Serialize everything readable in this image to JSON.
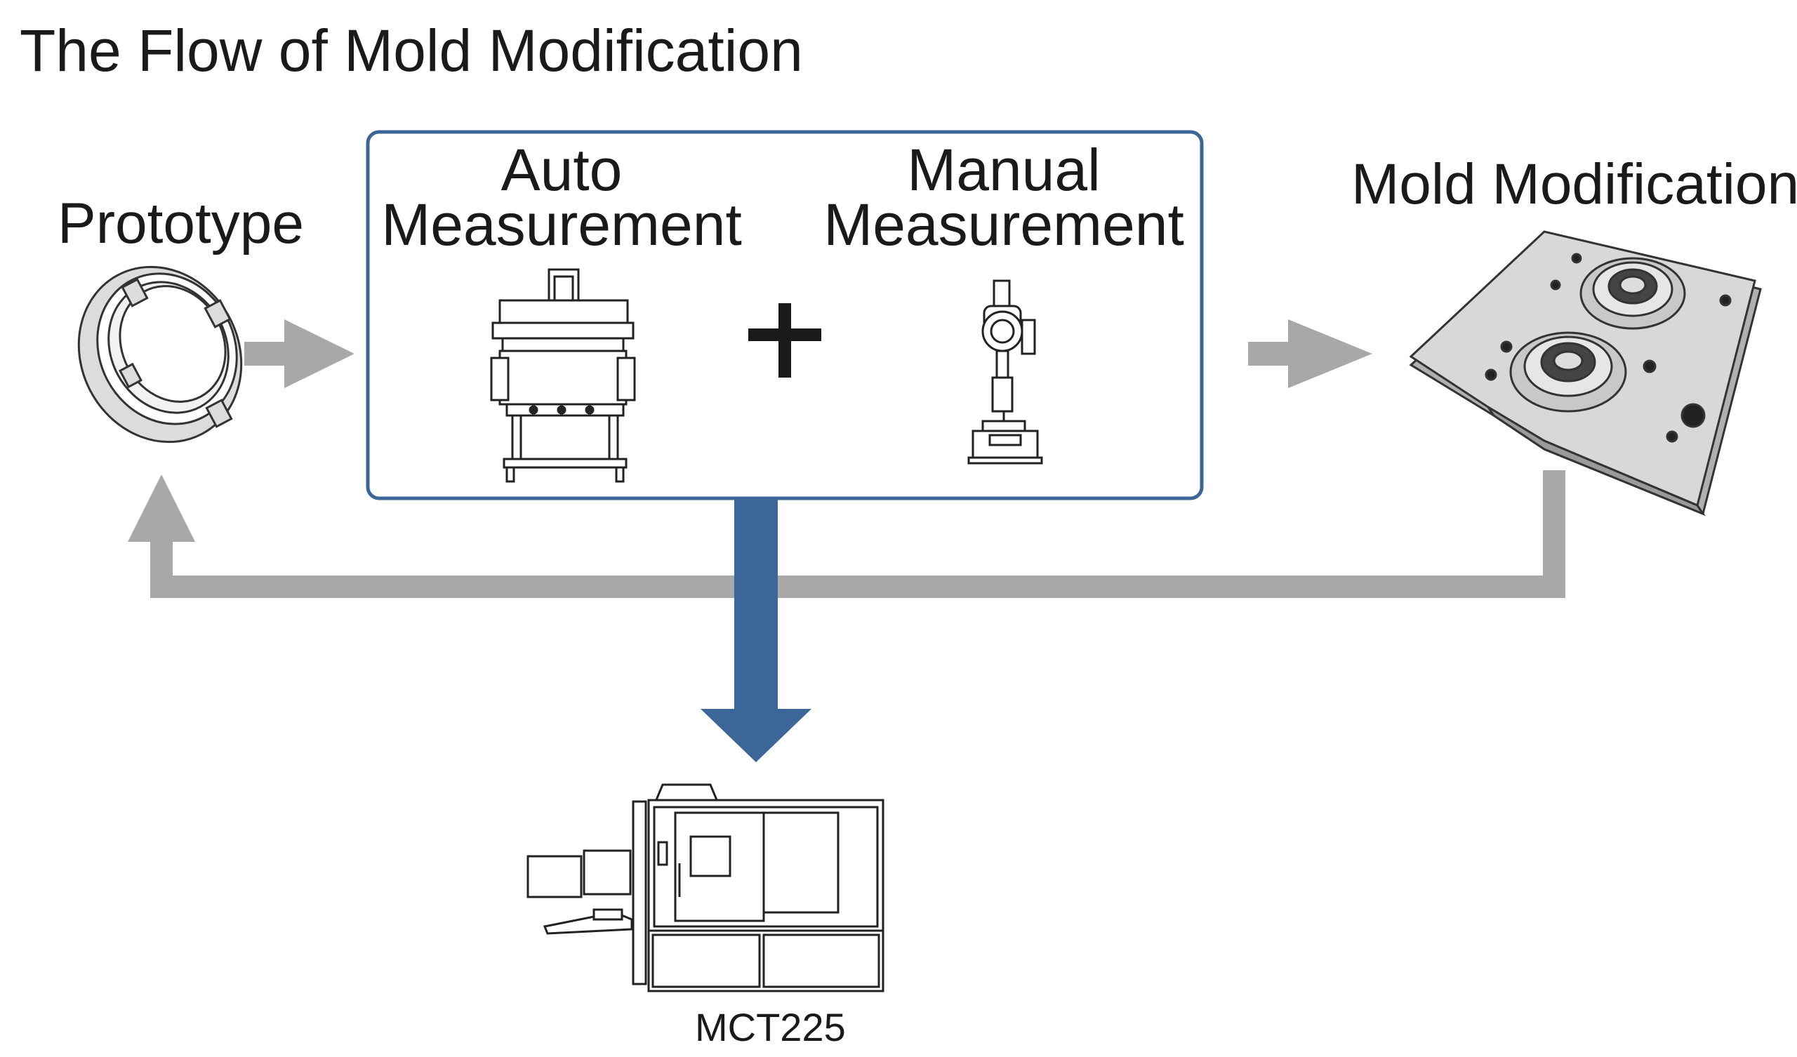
{
  "title": "The Flow of Mold Modification",
  "steps": {
    "prototype": "Prototype",
    "auto_line1": "Auto",
    "auto_line2": "Measurement",
    "manual_line1": "Manual",
    "manual_line2": "Measurement",
    "plus": "+",
    "mold_modification": "Mold Modification",
    "mct": "MCT225"
  },
  "colors": {
    "gray_arrow": "#a8a8a8",
    "blue_arrow": "#3c6698",
    "box_border": "#3c6698"
  }
}
